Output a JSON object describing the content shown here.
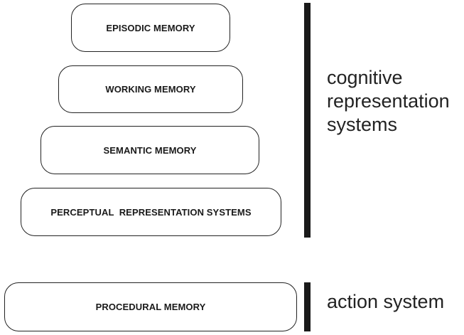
{
  "boxes": {
    "episodic": "EPISODIC MEMORY",
    "working": "WORKING MEMORY",
    "semantic": "SEMANTIC MEMORY",
    "perceptual": "PERCEPTUAL  REPRESENTATION SYSTEMS",
    "procedural": "PROCEDURAL MEMORY"
  },
  "labels": {
    "cognitive": [
      "cognitive",
      "representation",
      "systems"
    ],
    "action": "action system"
  }
}
